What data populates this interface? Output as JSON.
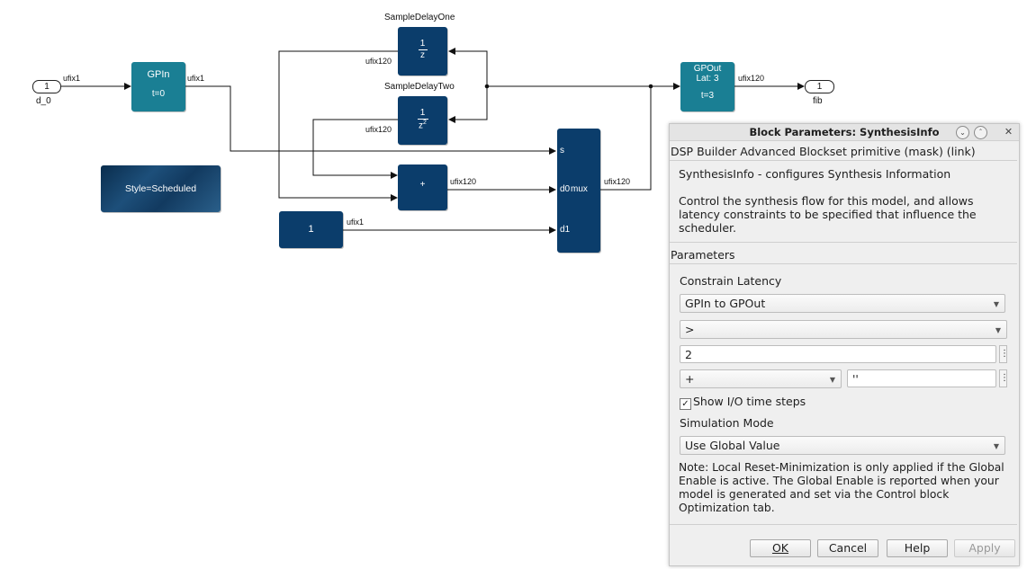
{
  "model": {
    "ports": {
      "in_num": "1",
      "in_name": "d_0",
      "out_num": "1",
      "out_name": "fib"
    },
    "blocks": {
      "gpin": {
        "title": "GPIn",
        "sub": "t=0"
      },
      "gpout": {
        "title": "GPOut",
        "lat": "Lat: 3",
        "sub": "t=3"
      },
      "delay_one": {
        "name": "SampleDelayOne",
        "num": "1",
        "den": "z"
      },
      "delay_two": {
        "name": "SampleDelayTwo",
        "num": "1",
        "den": "z",
        "den_exp": "2"
      },
      "adder": {
        "symbol": "+"
      },
      "constant": {
        "value": "1"
      },
      "mux": {
        "label": "mux",
        "port_s": "s",
        "port_d0": "d0",
        "port_d1": "d1"
      },
      "style_badge": "Style=Scheduled"
    },
    "signals": {
      "in_type": "ufix1",
      "gpin_out": "ufix1",
      "delay_one_out": "ufix120",
      "delay_two_out": "ufix120",
      "adder_out": "ufix120",
      "const_out": "ufix1",
      "mux_out": "ufix120",
      "gpout_out": "ufix120"
    }
  },
  "dialog": {
    "title": "Block Parameters: SynthesisInfo",
    "mask_line": "DSP Builder Advanced Blockset primitive (mask) (link)",
    "description_title": "SynthesisInfo - configures Synthesis Information",
    "description_body": "Control the synthesis flow for this model, and allows latency constraints to be specified that influence the scheduler.",
    "parameters_header": "Parameters",
    "constrain_label": "Constrain Latency",
    "constrain_path": "GPIn to GPOut",
    "operator": ">",
    "latency_value": "2",
    "offset_sign": "+",
    "offset_value": "''",
    "show_io_label": "Show I/O time steps",
    "show_io_checked": true,
    "sim_mode_label": "Simulation Mode",
    "sim_mode_value": "Use Global Value",
    "note": "Note: Local Reset-Minimization is only applied if the Global Enable is active. The Global Enable is reported when your model is generated and set via the Control block Optimization tab.",
    "buttons": {
      "ok": "OK",
      "cancel": "Cancel",
      "help": "Help",
      "apply": "Apply"
    }
  },
  "colors": {
    "block_navy": "#0b3d6b",
    "block_teal": "#1a7f94",
    "wire": "#111111",
    "dialog_bg": "#efefef"
  }
}
